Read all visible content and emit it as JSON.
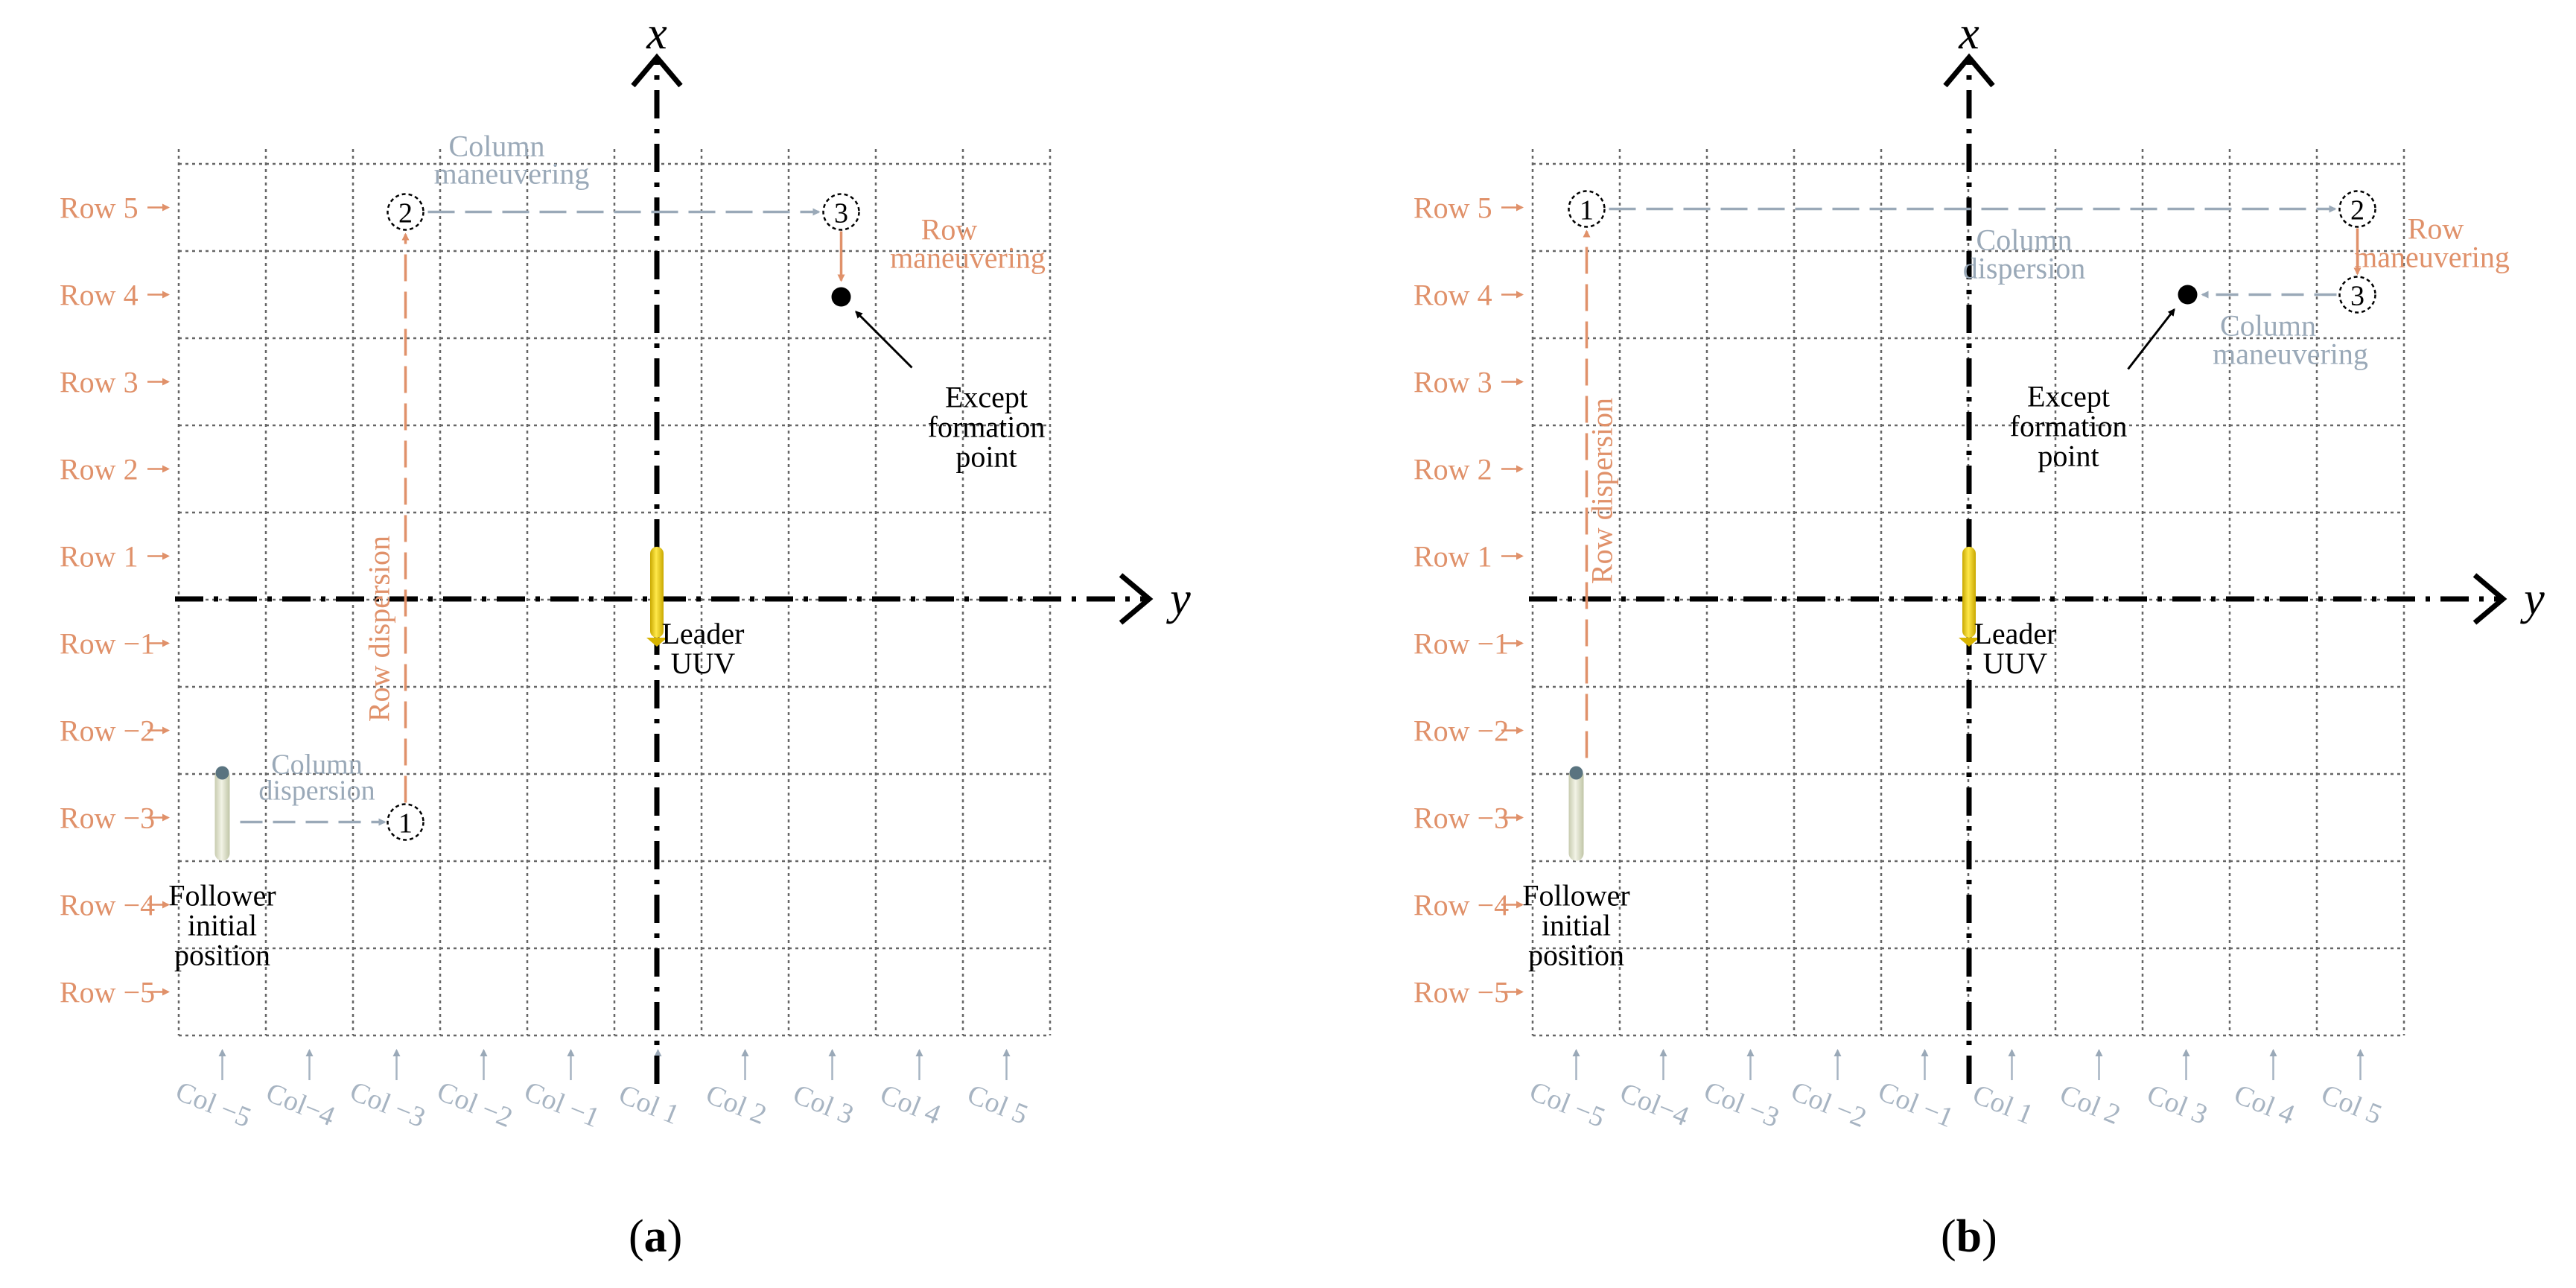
{
  "colors": {
    "grid": "#666666",
    "axis": "#000000",
    "row_label": "#E0916A",
    "col_label": "#A7B4C2",
    "row_path": "#E0916A",
    "col_path": "#9AA9B8",
    "point": "#000000",
    "leader_body": "#F2D21A",
    "follower_body": "#D9DCC2"
  },
  "row_labels": [
    "Row 5",
    "Row 4",
    "Row 3",
    "Row 2",
    "Row 1",
    "Row −1",
    "Row −2",
    "Row −3",
    "Row −4",
    "Row −5"
  ],
  "col_labels": [
    "Col −5",
    "Col−4",
    "Col −3",
    "Col −2",
    "Col −1",
    "Col 1",
    "Col 2",
    "Col 3",
    "Col 4",
    "Col 5"
  ],
  "axes": {
    "x": "x",
    "y": "y"
  },
  "panels": [
    {
      "caption_open": "(",
      "caption_letter": "a",
      "caption_close": ")",
      "leader": [
        "Leader",
        "UUV"
      ],
      "follower": [
        "Follower",
        "initial",
        "position"
      ],
      "target": [
        "Except",
        "formation",
        "point"
      ],
      "waypoints": [
        "1",
        "2",
        "3"
      ],
      "row_dispersion": "Row dispersion",
      "column_dispersion": [
        "Column",
        "dispersion"
      ],
      "column_maneuvering": [
        "Column",
        "maneuvering"
      ],
      "row_maneuvering": [
        "Row",
        "maneuvering"
      ]
    },
    {
      "caption_open": "(",
      "caption_letter": "b",
      "caption_close": ")",
      "leader": [
        "Leader",
        "UUV"
      ],
      "follower": [
        "Follower",
        "initial",
        "position"
      ],
      "target": [
        "Except",
        "formation",
        "point"
      ],
      "waypoints": [
        "1",
        "2",
        "3"
      ],
      "row_dispersion": "Row dispersion",
      "column_dispersion": [
        "Column",
        "dispersion"
      ],
      "column_maneuvering": [
        "Column",
        "maneuvering"
      ],
      "row_maneuvering": [
        "Row",
        "maneuvering"
      ]
    }
  ]
}
